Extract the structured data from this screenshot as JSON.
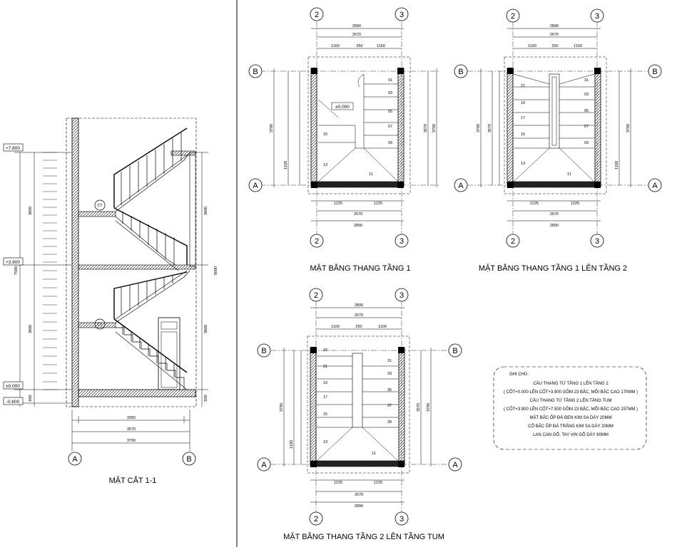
{
  "section": {
    "title": "MẶT CẮT 1-1",
    "levels": [
      "+7.800",
      "+3.900",
      "±0.000",
      "-0.600"
    ],
    "dims_left": [
      "3600",
      "7500",
      "3600",
      "600"
    ],
    "dims_right": [
      "3600",
      "8000",
      "3600",
      "500"
    ],
    "dims_bottom": [
      "3350",
      "3570",
      "3790"
    ],
    "axes": [
      "A",
      "B"
    ],
    "landing_tag": "CT"
  },
  "plan1": {
    "title": "MẶT BẰNG THANG TẦNG 1",
    "axes_top": [
      "2",
      "3"
    ],
    "axes_side": [
      "B",
      "A"
    ],
    "dims_top": [
      "2890",
      "2670",
      "1160",
      "350",
      "1160"
    ],
    "dims_bottom": [
      "1225",
      "1225",
      "2670",
      "2890"
    ],
    "dims_side": [
      "3790",
      "3570",
      "1100"
    ],
    "level_tag": "±0.000",
    "steps_right": [
      "01",
      "03",
      "05",
      "07",
      "09"
    ],
    "steps_left": [
      "15",
      "13"
    ],
    "step_center": "11"
  },
  "plan2": {
    "title": "MẶT BẰNG THANG TẦNG 1 LÊN TẦNG 2",
    "axes_top": [
      "2",
      "3"
    ],
    "axes_side": [
      "B",
      "A"
    ],
    "dims_top": [
      "2890",
      "2670",
      "1100",
      "250",
      "1100"
    ],
    "dims_bottom": [
      "1225",
      "1225",
      "2670",
      "2890"
    ],
    "dims_side": [
      "3790",
      "3570",
      "1100"
    ],
    "steps_right": [
      "31",
      "03",
      "05",
      "07",
      "09"
    ],
    "steps_left": [
      "21",
      "19",
      "17",
      "15",
      "13"
    ],
    "step_center": "11"
  },
  "plan3": {
    "title": "MẶT BẰNG THANG TẦNG 2 LÊN TẦNG TUM",
    "axes_top": [
      "2",
      "3"
    ],
    "axes_side": [
      "B",
      "A"
    ],
    "dims_top": [
      "2890",
      "2670",
      "1100",
      "250",
      "1100"
    ],
    "dims_bottom": [
      "1225",
      "1225",
      "2670",
      "2890"
    ],
    "dims_side": [
      "3790",
      "3570",
      "1100"
    ],
    "steps_right": [
      "31",
      "33",
      "35",
      "37",
      "39"
    ],
    "steps_left": [
      "23",
      "21",
      "19",
      "17",
      "15",
      "13"
    ],
    "step_center": "11"
  },
  "notes": {
    "heading": "GHI CHÚ :",
    "lines": [
      "CẦU THANG TỪ TẦNG 1 LÊN TẦNG 2",
      "( CỐT+0.000 LÊN CỐT+3.900 GỒM 23 BẬC, MỖI BẬC CAO 170MM )",
      "CẦU THANG TỪ TẦNG 2 LÊN TẦNG TUM",
      "( CỐT+3.900 LÊN CỐT+7.500 GỒM 23 BẬC, MỖI BẬC CAO 157MM )",
      "MẶT BẬC ỐP ĐÁ ĐEN KIM SA DÀY 20MM",
      "CỔ BẬC ỐP ĐÁ TRẮNG KIM SA DÀY 20MM",
      "LAN CAN GỖ, TAY VỊN GỖ DÀY 60MM"
    ]
  }
}
